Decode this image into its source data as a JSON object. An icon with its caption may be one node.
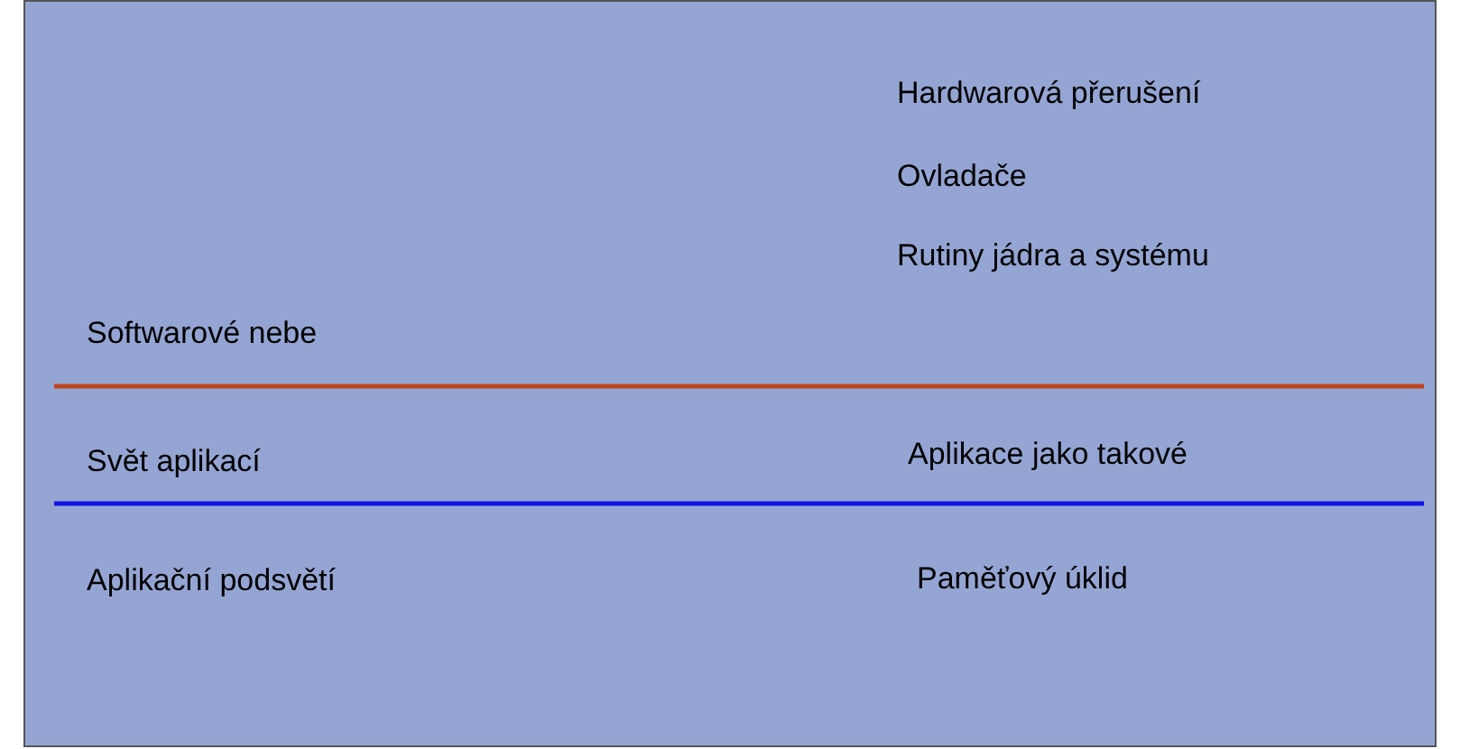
{
  "diagram": {
    "labels": [
      "Hardwarová přerušení",
      "Ovladače",
      "Rutiny jádra a systému",
      "Softwarové nebe",
      "Svět aplikací",
      "Aplikace jako takové",
      "Aplikační podsvětí",
      "Paměťový úklid"
    ]
  }
}
